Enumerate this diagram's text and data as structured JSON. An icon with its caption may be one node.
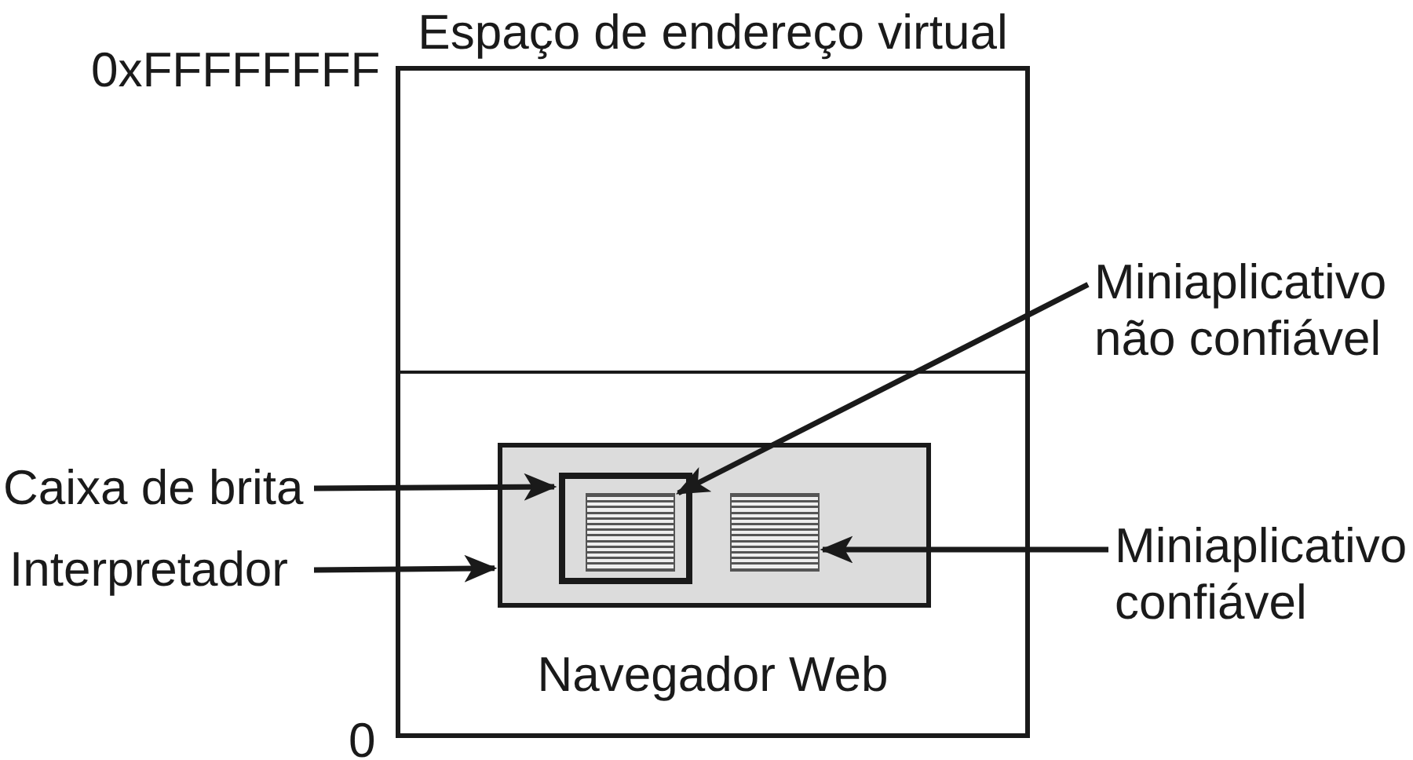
{
  "diagram": {
    "nodes": [
      {
        "text": [
          "Espaço de endereço virtual"
        ]
      },
      {
        "text": [
          "Navegador Web"
        ],
        "in": 0
      },
      {
        "text": [],
        "shape": "box",
        "in": 1
      },
      {
        "text": [],
        "shape": "box",
        "in": 2
      },
      {
        "text": [],
        "shape": "box",
        "in": 3
      },
      {
        "text": [],
        "shape": "box",
        "in": 2
      },
      {
        "text": [
          "Caixa de brita"
        ]
      },
      {
        "text": [
          "Interpretador"
        ]
      },
      {
        "text": [
          "Miniaplicativo não confiável"
        ]
      },
      {
        "text": [
          "Miniaplicativo confiável"
        ]
      }
    ],
    "edges": [
      {
        "from": 6,
        "to": 3,
        "arrow": "to"
      },
      {
        "from": 7,
        "to": 2,
        "arrow": "to"
      },
      {
        "from": 8,
        "to": 4,
        "arrow": "to"
      },
      {
        "from": 9,
        "to": 5,
        "arrow": "to"
      }
    ],
    "labels": [
      "0xFFFFFFFF",
      "0"
    ]
  }
}
